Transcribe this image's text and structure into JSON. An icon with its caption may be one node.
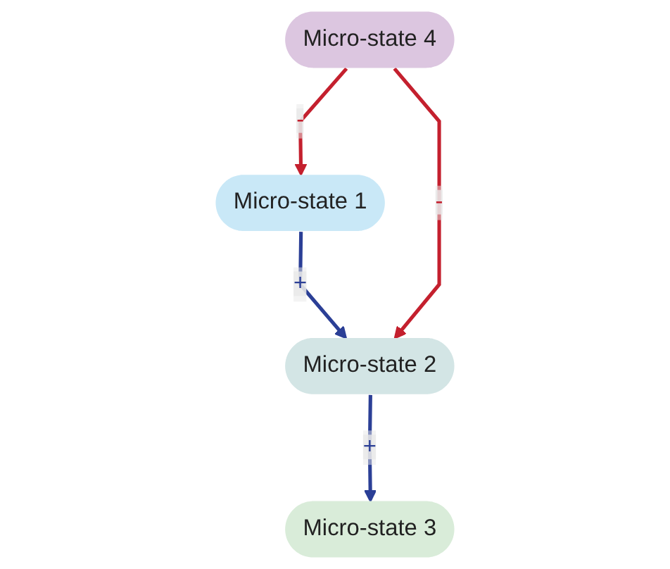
{
  "diagram": {
    "nodes": [
      {
        "text": [
          "Micro-state 4"
        ]
      },
      {
        "text": [
          "Micro-state 3"
        ]
      },
      {
        "text": [
          "Micro-state 2"
        ]
      },
      {
        "text": [
          "Micro-state 1"
        ]
      }
    ],
    "edges": [
      {
        "from": 3,
        "to": 2,
        "arrow": "to",
        "label": "+",
        "color": "#2b3f96"
      },
      {
        "from": 2,
        "to": 1,
        "arrow": "to",
        "label": "+",
        "color": "#2b3f96"
      },
      {
        "from": 0,
        "to": 2,
        "arrow": "to",
        "label": "-",
        "color": "#c4202e"
      },
      {
        "from": 0,
        "to": 3,
        "arrow": "to",
        "label": "-",
        "color": "#c4202e"
      }
    ]
  }
}
